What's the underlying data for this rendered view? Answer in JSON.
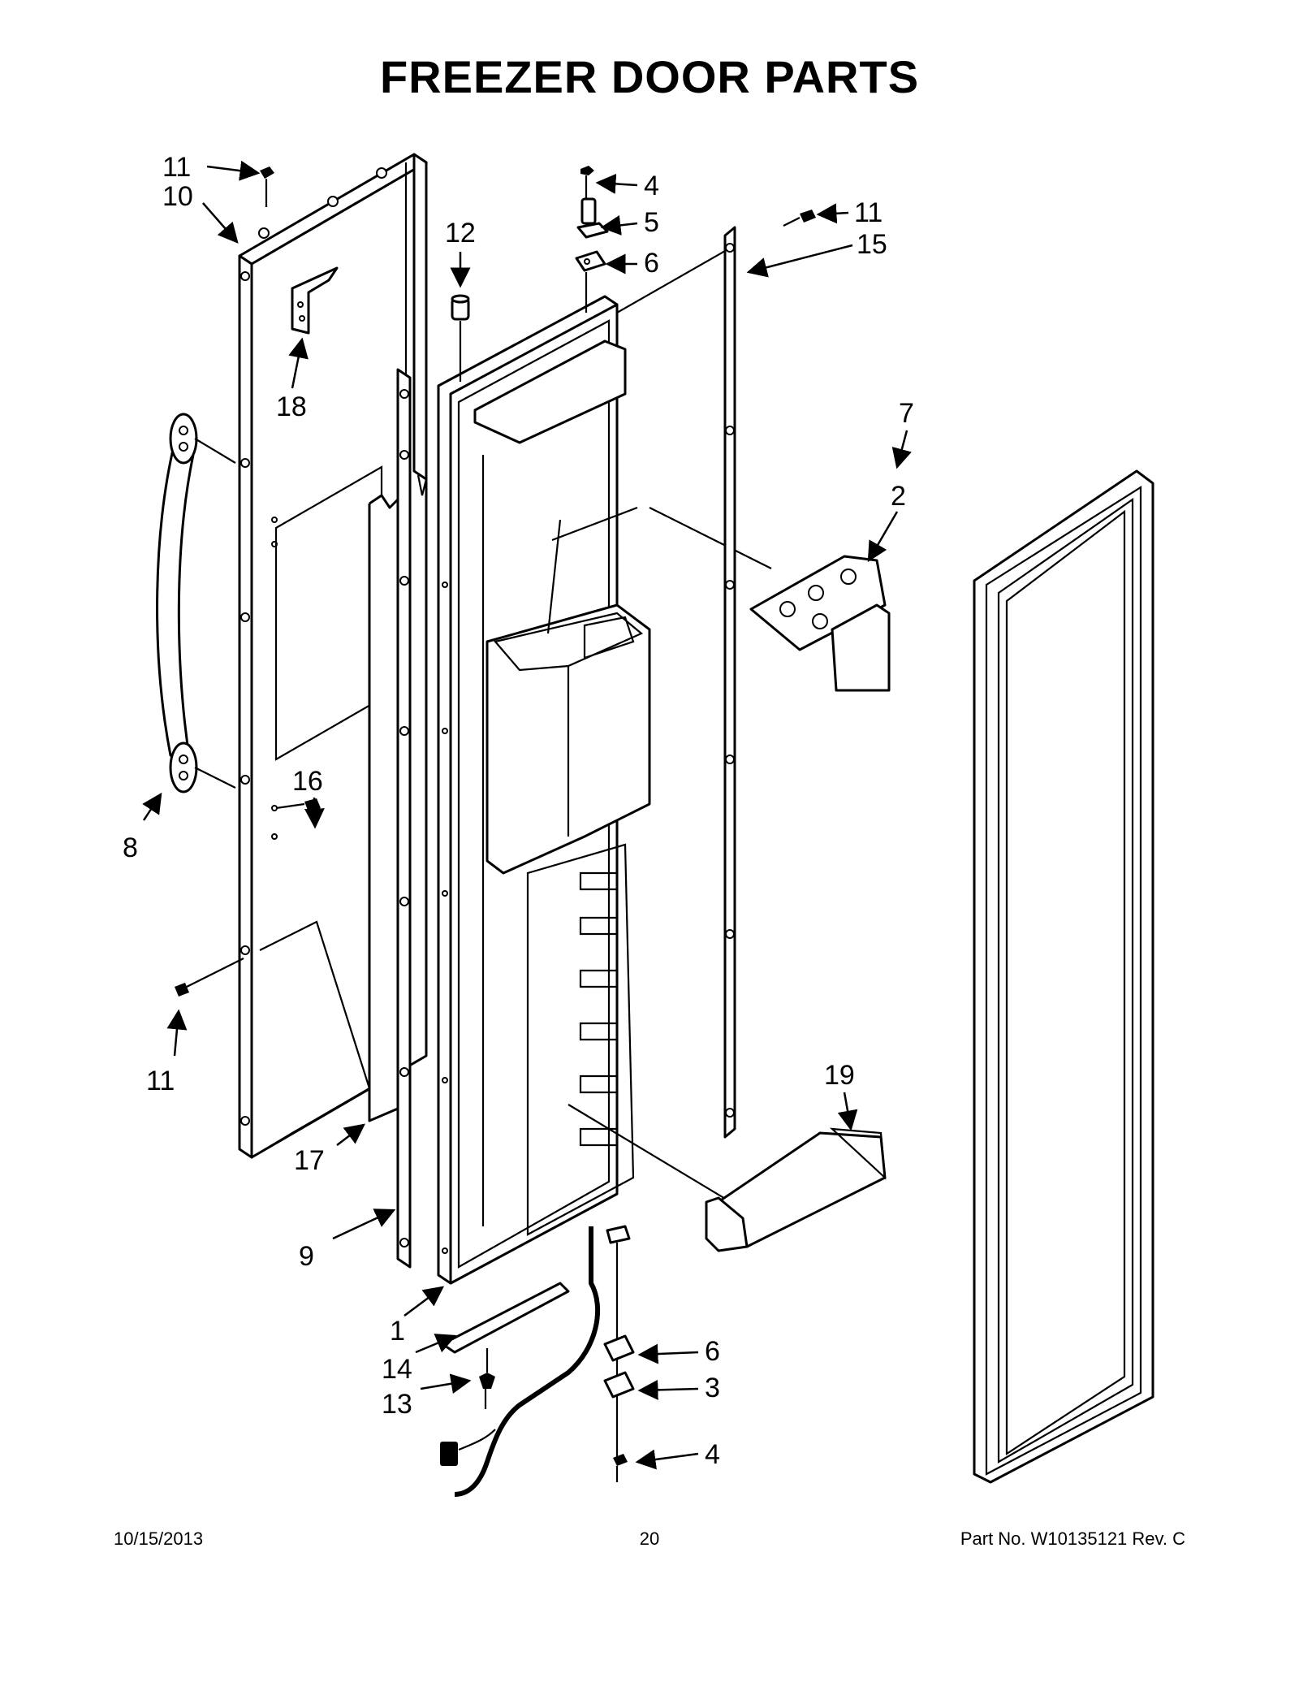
{
  "title": "FREEZER DOOR PARTS",
  "callouts": {
    "c1": "1",
    "c2": "2",
    "c3": "3",
    "c4a": "4",
    "c4b": "4",
    "c5": "5",
    "c6a": "6",
    "c6b": "6",
    "c7": "7",
    "c8": "8",
    "c9": "9",
    "c10": "10",
    "c11a": "11",
    "c11b": "11",
    "c11c": "11",
    "c12": "12",
    "c13": "13",
    "c14": "14",
    "c15": "15",
    "c16": "16",
    "c17": "17",
    "c18": "18",
    "c19": "19"
  },
  "footer": {
    "date": "10/15/2013",
    "page": "20",
    "part_number": "Part No.  W10135121  Rev.  C"
  }
}
